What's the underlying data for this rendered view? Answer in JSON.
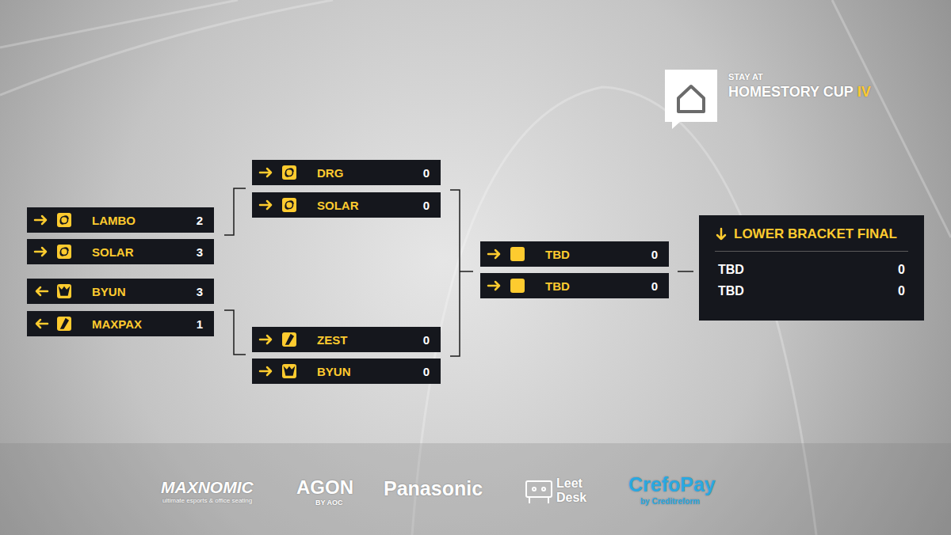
{
  "diagram": {
    "nodes": [
      {
        "text": [
          "LAMBO",
          "2"
        ]
      },
      {
        "text": [
          "SOLAR",
          "3"
        ]
      },
      {
        "text": [
          "BYUN",
          "3"
        ]
      },
      {
        "text": [
          "MAXPAX",
          "1"
        ]
      },
      {
        "text": [
          "DRG",
          "0"
        ]
      },
      {
        "text": [
          "SOLAR",
          "0"
        ]
      },
      {
        "text": [
          "ZEST",
          "0"
        ]
      },
      {
        "text": [
          "BYUN",
          "0"
        ]
      },
      {
        "text": [
          "TBD",
          "0"
        ]
      },
      {
        "text": [
          "TBD",
          "0"
        ]
      },
      {
        "text": [
          "LOWER BRACKET FINAL"
        ]
      },
      {
        "text": [
          "TBD",
          "0"
        ],
        "in": 10
      },
      {
        "text": [
          "TBD",
          "0"
        ],
        "in": 10
      }
    ],
    "labels": [
      "STAY AT",
      "HOMESTORY CUP",
      "IV",
      "MAXNOMIC",
      "ultimate esports & office seating",
      "AGON",
      "BY AOC",
      "Panasonic",
      "Leet",
      "Desk",
      "CrefoPay",
      "by Creditreform"
    ]
  }
}
